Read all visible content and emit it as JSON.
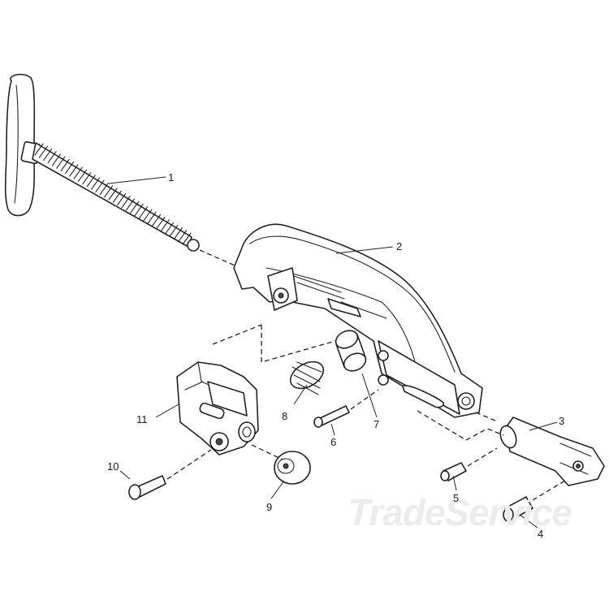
{
  "diagram": {
    "callouts": [
      "1",
      "2",
      "3",
      "4",
      "5",
      "6",
      "7",
      "8",
      "9",
      "10",
      "11"
    ]
  },
  "watermark": {
    "text": "TradeService"
  }
}
